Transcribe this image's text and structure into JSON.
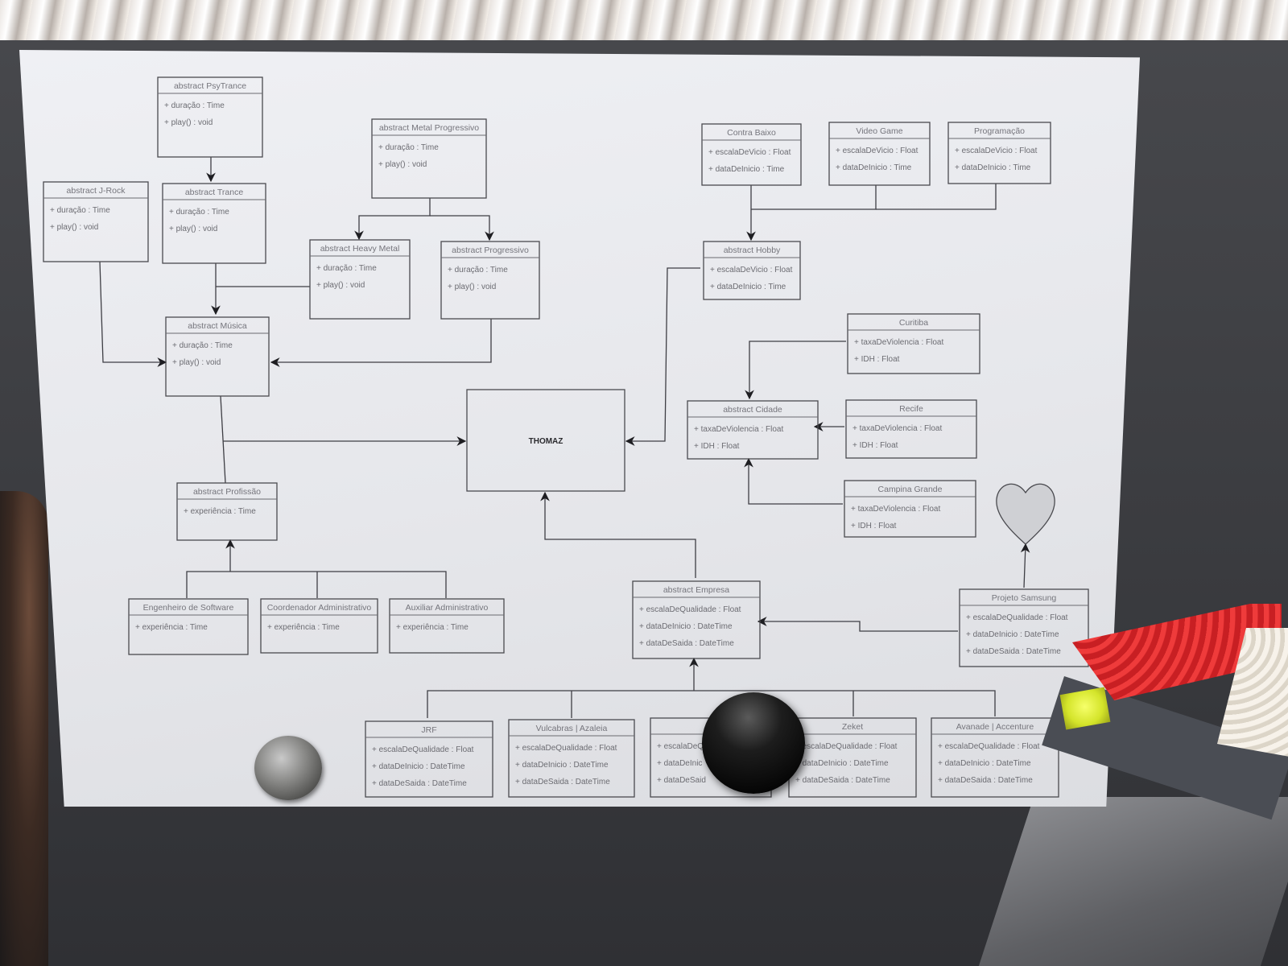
{
  "center": {
    "title": "THOMAZ"
  },
  "classes": {
    "psytrance": {
      "title": "abstract PsyTrance",
      "attrs": [
        "+ duração : Time",
        "+ play() : void"
      ]
    },
    "metal_progressivo": {
      "title": "abstract Metal Progressivo",
      "attrs": [
        "+ duração : Time",
        "+ play() : void"
      ]
    },
    "jrock": {
      "title": "abstract J-Rock",
      "attrs": [
        "+ duração : Time",
        "+ play() : void"
      ]
    },
    "trance": {
      "title": "abstract Trance",
      "attrs": [
        "+ duração : Time",
        "+ play() : void"
      ]
    },
    "heavy_metal": {
      "title": "abstract Heavy Metal",
      "attrs": [
        "+ duração : Time",
        "+ play() : void"
      ]
    },
    "progressivo": {
      "title": "abstract Progressivo",
      "attrs": [
        "+ duração : Time",
        "+ play() : void"
      ]
    },
    "musica": {
      "title": "abstract Música",
      "attrs": [
        "+ duração : Time",
        "+ play() : void"
      ]
    },
    "profissao": {
      "title": "abstract Profissão",
      "attrs": [
        "+ experiência : Time"
      ]
    },
    "eng_software": {
      "title": "Engenheiro de Software",
      "attrs": [
        "+ experiência : Time"
      ]
    },
    "coord_admin": {
      "title": "Coordenador Administrativo",
      "attrs": [
        "+ experiência : Time"
      ]
    },
    "aux_admin": {
      "title": "Auxiliar Administrativo",
      "attrs": [
        "+ experiência : Time"
      ]
    },
    "contra_baixo": {
      "title": "Contra Baixo",
      "attrs": [
        "+ escalaDeVicio : Float",
        "+ dataDeInicio : Time"
      ]
    },
    "video_game": {
      "title": "Video Game",
      "attrs": [
        "+ escalaDeVicio : Float",
        "+ dataDeInicio : Time"
      ]
    },
    "programacao": {
      "title": "Programação",
      "attrs": [
        "+ escalaDeVicio : Float",
        "+ dataDeInicio : Time"
      ]
    },
    "hobby": {
      "title": "abstract Hobby",
      "attrs": [
        "+ escalaDeVicio : Float",
        "+ dataDeInicio : Time"
      ]
    },
    "curitiba": {
      "title": "Curitiba",
      "attrs": [
        "+ taxaDeViolencia : Float",
        "+ IDH : Float"
      ]
    },
    "cidade": {
      "title": "abstract Cidade",
      "attrs": [
        "+ taxaDeViolencia : Float",
        "+ IDH : Float"
      ]
    },
    "recife": {
      "title": "Recife",
      "attrs": [
        "+ taxaDeViolencia : Float",
        "+ IDH : Float"
      ]
    },
    "campina_grande": {
      "title": "Campina Grande",
      "attrs": [
        "+ taxaDeViolencia : Float",
        "+ IDH : Float"
      ]
    },
    "empresa": {
      "title": "abstract Empresa",
      "attrs": [
        "+ escalaDeQualidade : Float",
        "+ dataDeInicio : DateTime",
        "+ dataDeSaida : DateTime"
      ]
    },
    "projeto_samsung": {
      "title": "Projeto Samsung",
      "attrs": [
        "+ escalaDeQualidade : Float",
        "+ dataDeInicio : DateTime",
        "+ dataDeSaida : DateTime"
      ]
    },
    "jrf": {
      "title": "JRF",
      "attrs": [
        "+ escalaDeQualidade : Float",
        "+ dataDeInicio : DateTime",
        "+ dataDeSaida : DateTime"
      ]
    },
    "vulcabras": {
      "title": "Vulcabras | Azaleia",
      "attrs": [
        "+ escalaDeQualidade : Float",
        "+ dataDeInicio : DateTime",
        "+ dataDeSaida : DateTime"
      ]
    },
    "hidden": {
      "title": "",
      "attrs": [
        "+ escalaDeQ",
        "+ dataDeInic",
        "+ dataDeSaid"
      ]
    },
    "zeket": {
      "title": "Zeket",
      "attrs": [
        "+ escalaDeQualidade : Float",
        "+ dataDeInicio : DateTime",
        "+ dataDeSaida : DateTime"
      ]
    },
    "avanade": {
      "title": "Avanade | Accenture",
      "attrs": [
        "+ escalaDeQualidade : Float",
        "+ dataDeInicio : DateTime",
        "+ dataDeSaida : DateTime"
      ]
    }
  },
  "colors": {
    "paper": "#e9eaee",
    "box_stroke": "#4a4a4f",
    "heart_fill": "#cfd0d4"
  }
}
